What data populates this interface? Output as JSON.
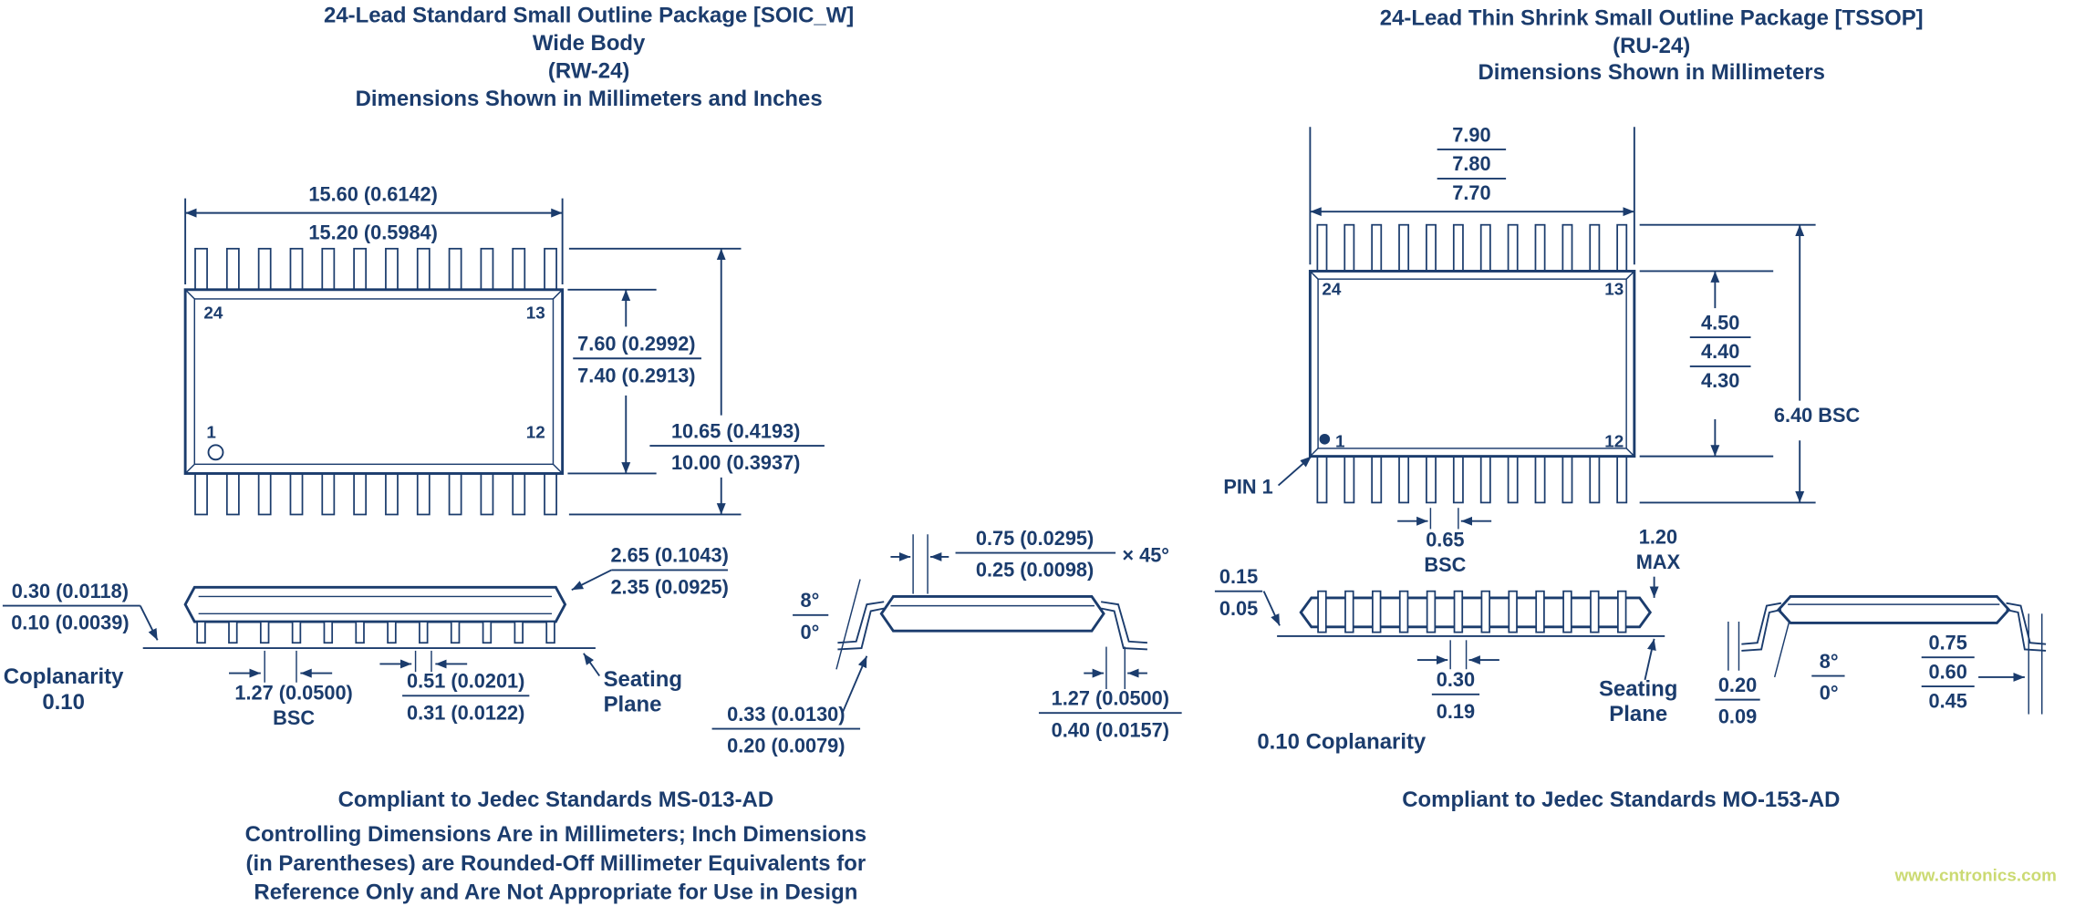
{
  "colors": {
    "ink": "#1b3c6d",
    "watermark": "#c9d96b",
    "background": "#ffffff"
  },
  "watermark": "www.cntronics.com",
  "soic": {
    "title1": "24-Lead Standard Small Outline Package [SOIC_W]",
    "title2": "Wide Body",
    "title3": "(RW-24)",
    "title4": "Dimensions Shown in Millimeters and Inches",
    "pin_top_left": "24",
    "pin_top_right": "13",
    "pin_bottom_left": "1",
    "pin_bottom_right": "12",
    "width_max": "15.60 (0.6142)",
    "width_min": "15.20 (0.5984)",
    "body_max": "7.60 (0.2992)",
    "body_min": "7.40 (0.2913)",
    "span_max": "10.65 (0.4193)",
    "span_min": "10.00 (0.3937)",
    "height_max": "2.65 (0.1043)",
    "height_min": "2.35 (0.0925)",
    "standoff_max": "0.30 (0.0118)",
    "standoff_min": "0.10 (0.0039)",
    "coplanarity_label": "Coplanarity",
    "coplanarity_value": "0.10",
    "pitch": "1.27 (0.0500)",
    "pitch_unit": "BSC",
    "lead_width_max": "0.51 (0.0201)",
    "lead_width_min": "0.31 (0.0122)",
    "seating_word1": "Seating",
    "seating_word2": "Plane",
    "chamfer_max": "0.75 (0.0295)",
    "chamfer_min": "0.25 (0.0098)",
    "chamfer_angle": "× 45°",
    "lead_angle_max": "8°",
    "lead_angle_min": "0°",
    "lead_thickness_max": "0.33 (0.0130)",
    "lead_thickness_min": "0.20 (0.0079)",
    "foot_max": "1.27 (0.0500)",
    "foot_min": "0.40 (0.0157)",
    "footer1": "Compliant to Jedec Standards MS-013-AD",
    "footer2": "Controlling Dimensions Are in Millimeters; Inch Dimensions",
    "footer3": "(in Parentheses) are Rounded-Off Millimeter Equivalents for",
    "footer4": "Reference Only and Are Not Appropriate for Use in Design"
  },
  "tssop": {
    "title1": "24-Lead Thin Shrink Small Outline Package [TSSOP]",
    "title2": "(RU-24)",
    "title3": "Dimensions Shown in Millimeters",
    "pin_top_left": "24",
    "pin_top_right": "13",
    "pin_bottom_left": "1",
    "pin_bottom_right": "12",
    "pin1_callout": "PIN 1",
    "width_max": "7.90",
    "width_nom": "7.80",
    "width_min": "7.70",
    "body_max": "4.50",
    "body_nom": "4.40",
    "body_min": "4.30",
    "span": "6.40 BSC",
    "pitch": "0.65",
    "pitch_unit": "BSC",
    "height_value": "1.20",
    "height_qualifier": "MAX",
    "standoff_max": "0.15",
    "standoff_min": "0.05",
    "lead_width_max": "0.30",
    "lead_width_min": "0.19",
    "seating_word1": "Seating",
    "seating_word2": "Plane",
    "coplanarity": "0.10 Coplanarity",
    "lead_thickness_max": "0.20",
    "lead_thickness_min": "0.09",
    "lead_angle_max": "8°",
    "lead_angle_min": "0°",
    "foot_max": "0.75",
    "foot_nom": "0.60",
    "foot_min": "0.45",
    "footer1": "Compliant to Jedec Standards MO-153-AD"
  }
}
